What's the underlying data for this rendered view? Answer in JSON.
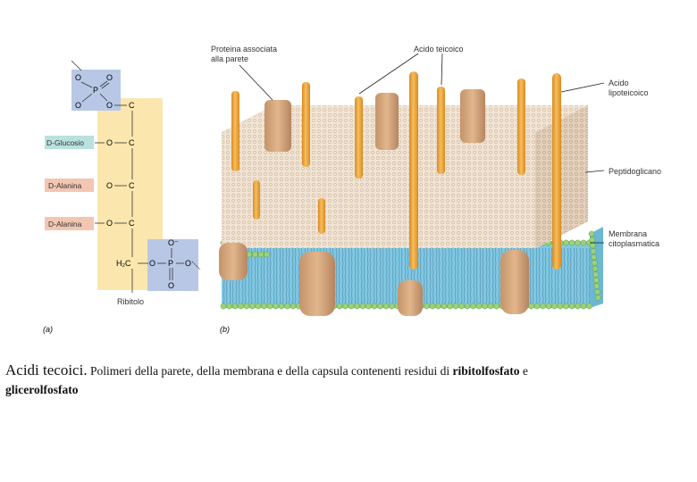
{
  "colors": {
    "backbone": "#fbe7ad",
    "phosphate": "#b8c7e6",
    "glucose_box": "#b9e1df",
    "alanine_box": "#f3c6b2",
    "peptidoglycan": "#f1e4d4",
    "membrane_core": "#7fc9e4",
    "lipid_head": "#9cd27a",
    "teichoic_rod": "#f0aa3e",
    "protein": "#d9aa7c"
  },
  "panel_a": {
    "panel_label": "(a)",
    "phosphate_top": {
      "o_left": "O",
      "p": "P",
      "o_right": "O",
      "o_bottom_left": "O",
      "o_bottom_right": "O"
    },
    "backbone_carbons": [
      "C",
      "C",
      "C",
      "C"
    ],
    "h2c": "H₂C",
    "substituents": [
      {
        "label": "D-Glucosio",
        "oxygen": "O"
      },
      {
        "label": "D-Alanina",
        "oxygen": "O"
      },
      {
        "label": "D-Alanina",
        "oxygen": "O"
      }
    ],
    "phosphate_bottom": {
      "o_top": "O⁻",
      "o_left": "O",
      "p": "P",
      "o_right": "O",
      "o_bottom": "O"
    },
    "backbone_name": "Ribitolo"
  },
  "panel_b": {
    "panel_label": "(b)",
    "labels": {
      "protein": [
        "Proteina associata",
        "alla parete"
      ],
      "teichoic": "Acido teicoico",
      "lipoteichoic": [
        "Acido",
        "lipoteicoico"
      ],
      "peptidoglycan": "Peptidoglicano",
      "membrane": [
        "Membrana",
        "citoplasmatica"
      ]
    }
  },
  "caption": {
    "title": "Acidi tecoici.",
    "text_1": " Polimeri della parete, della membrana e della capsula contenenti residui  di ",
    "bold_1": "ribitolfosfato",
    "text_2": " e ",
    "line_2": "glicerolfosfato"
  }
}
